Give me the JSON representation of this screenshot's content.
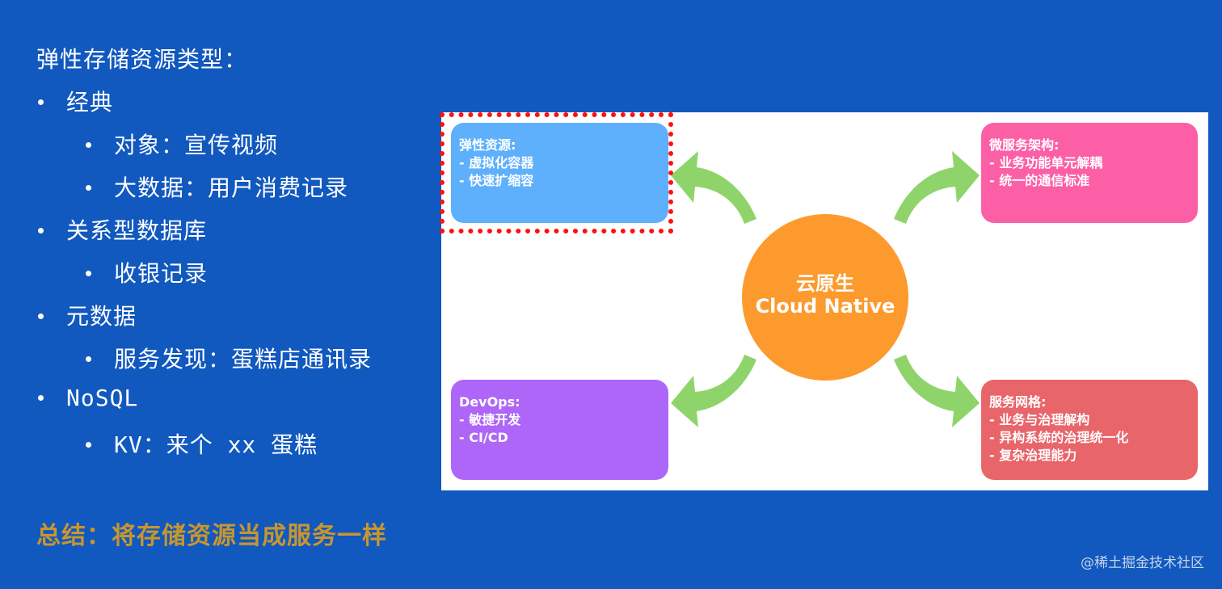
{
  "heading": "弹性存储资源类型：",
  "bullets": [
    {
      "level": 1,
      "text": "经典"
    },
    {
      "level": 2,
      "text": "对象：宣传视频"
    },
    {
      "level": 2,
      "text": "大数据：用户消费记录"
    },
    {
      "level": 1,
      "text": "关系型数据库"
    },
    {
      "level": 2,
      "text": "收银记录"
    },
    {
      "level": 1,
      "text": "元数据"
    },
    {
      "level": 2,
      "text": "服务发现：蛋糕店通讯录"
    },
    {
      "level": 1,
      "text": "NoSQL"
    },
    {
      "level": 2,
      "text": "KV：来个 xx 蛋糕"
    }
  ],
  "summary": "总结：将存储资源当成服务一样",
  "credit": "@稀土掘金技术社区",
  "diagram": {
    "center": {
      "title_cn": "云原生",
      "title_en": "Cloud Native"
    },
    "boxes": {
      "top_left": {
        "title": "弹性资源:",
        "lines": [
          "- 虚拟化容器",
          "- 快速扩缩容"
        ]
      },
      "top_right": {
        "title": "微服务架构:",
        "lines": [
          "- 业务功能单元解耦",
          "- 统一的通信标准"
        ]
      },
      "bottom_left": {
        "title": "DevOps:",
        "lines": [
          "- 敏捷开发",
          "- CI/CD"
        ]
      },
      "bottom_right": {
        "title": "服务网格:",
        "lines": [
          "- 业务与治理解构",
          "- 异构系统的治理统一化",
          "- 复杂治理能力"
        ]
      }
    }
  },
  "colors": {
    "background": "#1158bf",
    "summary": "#c8962e",
    "center": "#fd9a2d",
    "box_top_left": "#5fb0fc",
    "box_top_right": "#fd5fa6",
    "box_bottom_left": "#ad66f7",
    "box_bottom_right": "#e8656a",
    "arrow": "#8fd46a",
    "highlight": "#ff1010"
  }
}
